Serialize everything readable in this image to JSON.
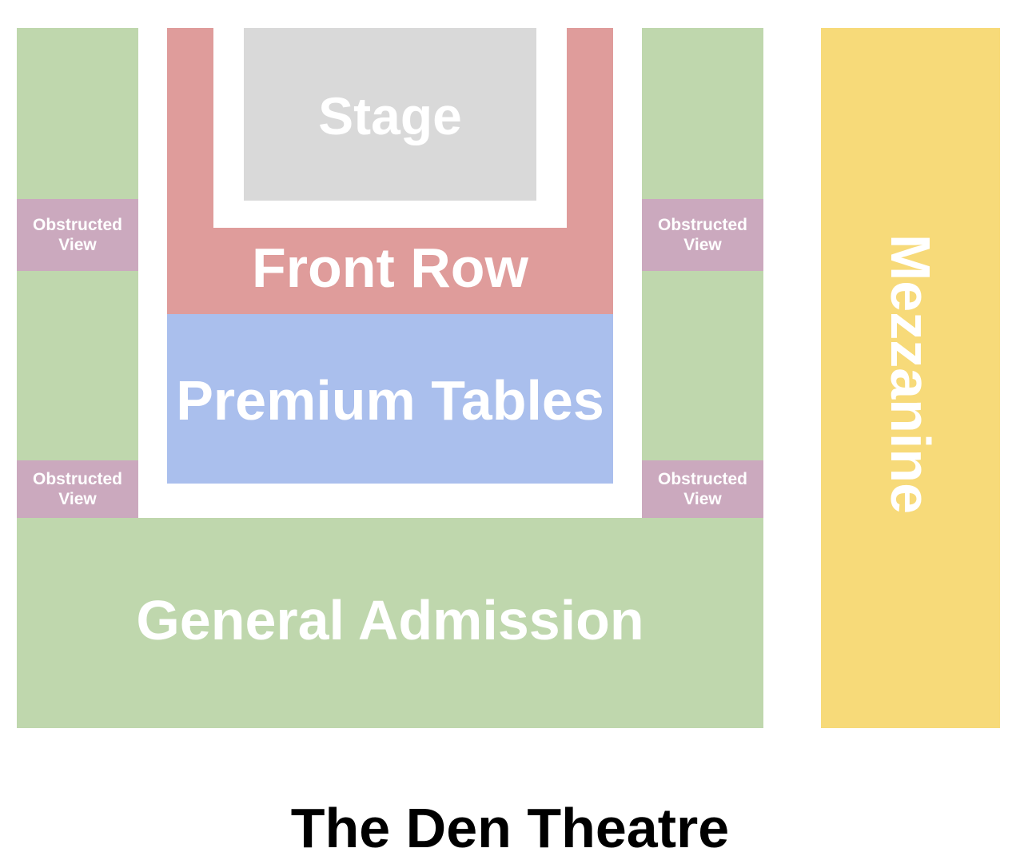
{
  "map": {
    "venue_title": "The Den Theatre",
    "sections": {
      "stage": {
        "label": "Stage"
      },
      "front_row": {
        "label": "Front Row"
      },
      "premium_tables": {
        "label": "Premium Tables"
      },
      "general_admission": {
        "label": "General Admission"
      },
      "mezzanine": {
        "label": "Mezzanine"
      },
      "obstructed_view": {
        "label_top_left": "Obstructed\nView",
        "label_top_right": "Obstructed\nView",
        "label_bottom_left": "Obstructed\nView",
        "label_bottom_right": "Obstructed\nView"
      }
    },
    "colors": {
      "general_admission": "#bfd7ad",
      "obstructed_view": "#cba9be",
      "front_row": "#df9c9b",
      "stage": "#d9d9d9",
      "premium_tables": "#aabfed",
      "mezzanine": "#f7da79"
    }
  }
}
